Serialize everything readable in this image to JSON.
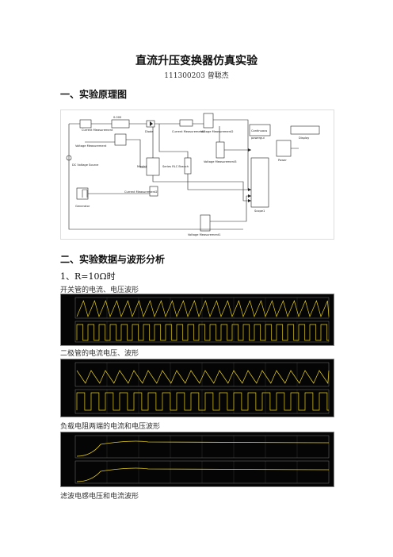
{
  "doc": {
    "title": "直流升压变换器仿真实验",
    "author": "111300203 曾聪杰",
    "section1": "一、实验原理图",
    "section2": "二、实验数据与波形分析",
    "sub1": "1、R=10Ω时",
    "cap1": "开关管的电流、电压波形",
    "cap2": "二极管的电流电压、波形",
    "cap3": "负载电阻两端的电流和电压波形",
    "cap4": "滤波电感电压和电流波形"
  },
  "diagram": {
    "labels": {
      "current_measurement": "Current Measurement",
      "voltage_measurement": "Voltage Measurement",
      "diode": "Diode",
      "current_measurement1": "Current Measurement1",
      "voltage_measurement2": "Voltage Measurement2",
      "continuous": "Continuous",
      "powergui": "powergui",
      "display": "Display",
      "power": "Power",
      "dc_source": "DC Voltage Source",
      "mosfet": "Mosfet",
      "rlc": "Series RLC Branch",
      "voltage_measurement3": "Voltage Measurement3",
      "generator": "Generator",
      "current_measurement2": "Current Measurement2",
      "scope": "Scope1",
      "voltage_measurement1": "Voltage Measurement1",
      "display_value": "0.000"
    }
  },
  "colors": {
    "trace": "#e8d020",
    "bg": "#050505",
    "grid": "#3a3a3a"
  }
}
